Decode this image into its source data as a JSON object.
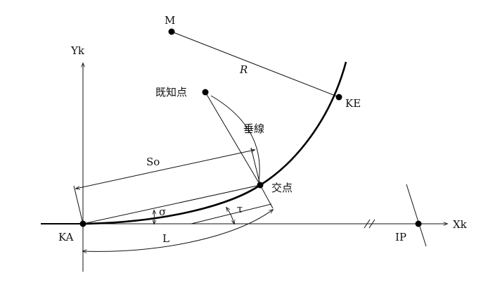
{
  "labels": {
    "M": "M",
    "R": "R",
    "KE": "KE",
    "Yk": "Yk",
    "known_point": "既知点",
    "perpendicular": "垂線",
    "So": "So",
    "intersection": "交点",
    "sigma": "σ",
    "tau": "τ",
    "KA": "KA",
    "L": "L",
    "IP": "IP",
    "Xk": "Xk"
  }
}
